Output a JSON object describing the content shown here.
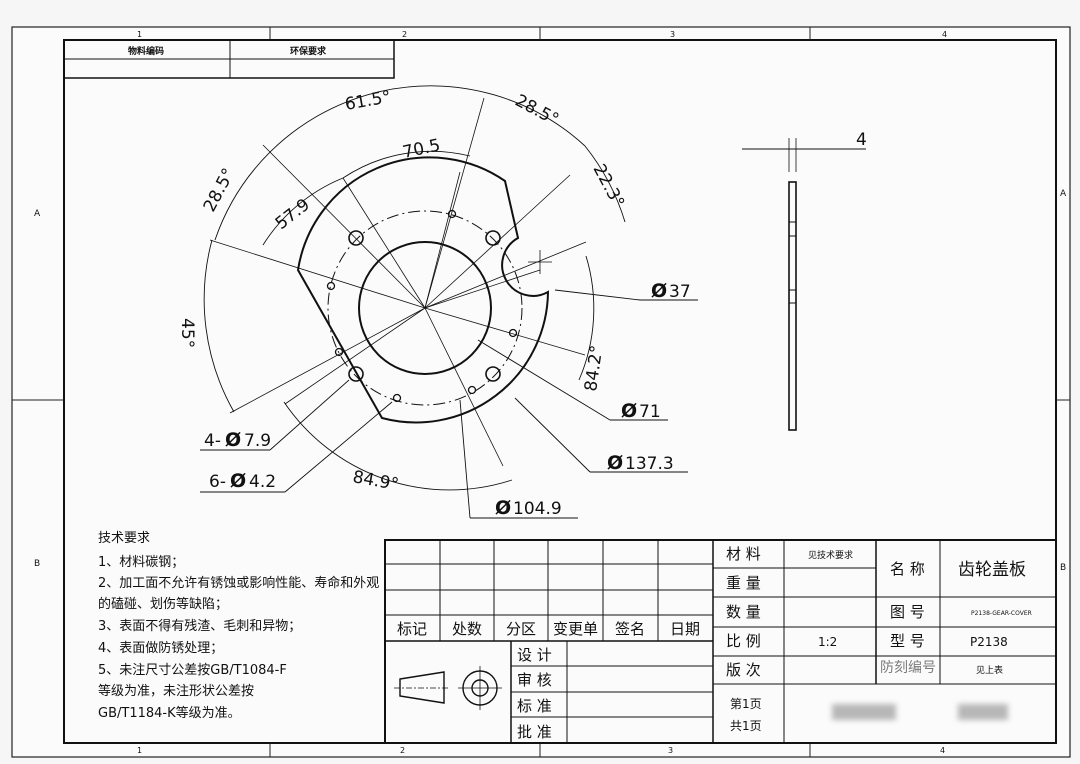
{
  "grid": {
    "cols_top": [
      "1",
      "2",
      "3",
      "4"
    ],
    "cols_bottom": [
      "1",
      "2",
      "3",
      "4"
    ],
    "rows_left": [
      "A",
      "B"
    ],
    "rows_right": [
      "A",
      "B"
    ]
  },
  "top_table": {
    "col1": "物料编码",
    "col2": "环保要求"
  },
  "dimensions": {
    "d61_5": "61.5°",
    "d28_5_top": "28.5°",
    "d70_5": "70.5",
    "d28_5_left": "28.5°",
    "d22_3": "22.3°",
    "d57_9": "57.9",
    "d45": "45°",
    "d84_2": "84.2°",
    "d84_9": "84.9°",
    "phi37": "37",
    "phi71": "71",
    "phi137_3": "137.3",
    "phi104_9": "104.9",
    "holes_4": "4-",
    "holes_4_val": "7.9",
    "holes_6": "6-",
    "holes_6_val": "4.2",
    "thickness": "4",
    "phi_symbol": "Ø"
  },
  "notes": {
    "title": "技术要求",
    "lines": [
      "1、材料碳钢；",
      "2、加工面不允许有锈蚀或影响性能、寿命和外观",
      "的磕碰、划伤等缺陷；",
      "3、表面不得有残渣、毛刺和异物；",
      "4、表面做防锈处理；",
      "5、未注尺寸公差按GB/T1084-F",
      "等级为准，未注形状公差按",
      "GB/T1184-K等级为准。"
    ]
  },
  "title_block": {
    "rev_headers": [
      "标记",
      "处数",
      "分区",
      "变更单",
      "签名",
      "日期"
    ],
    "roles": [
      "设 计",
      "审 核",
      "标 准",
      "批 准"
    ],
    "material_label": "材 料",
    "material_value": "见技术要求",
    "weight_label": "重 量",
    "qty_label": "数 量",
    "scale_label": "比 例",
    "scale_value": "1:2",
    "version_label": "版 次",
    "page_label": "第1页",
    "total_label": "共1页",
    "name_label": "名 称",
    "name_value": "齿轮盖板",
    "drawing_no_label": "图 号",
    "drawing_no_value": "P2138-GEAR-COVER",
    "model_label": "型 号",
    "model_value": "P2138",
    "partial_label": "防刻编号",
    "partial_value": "见上表"
  }
}
